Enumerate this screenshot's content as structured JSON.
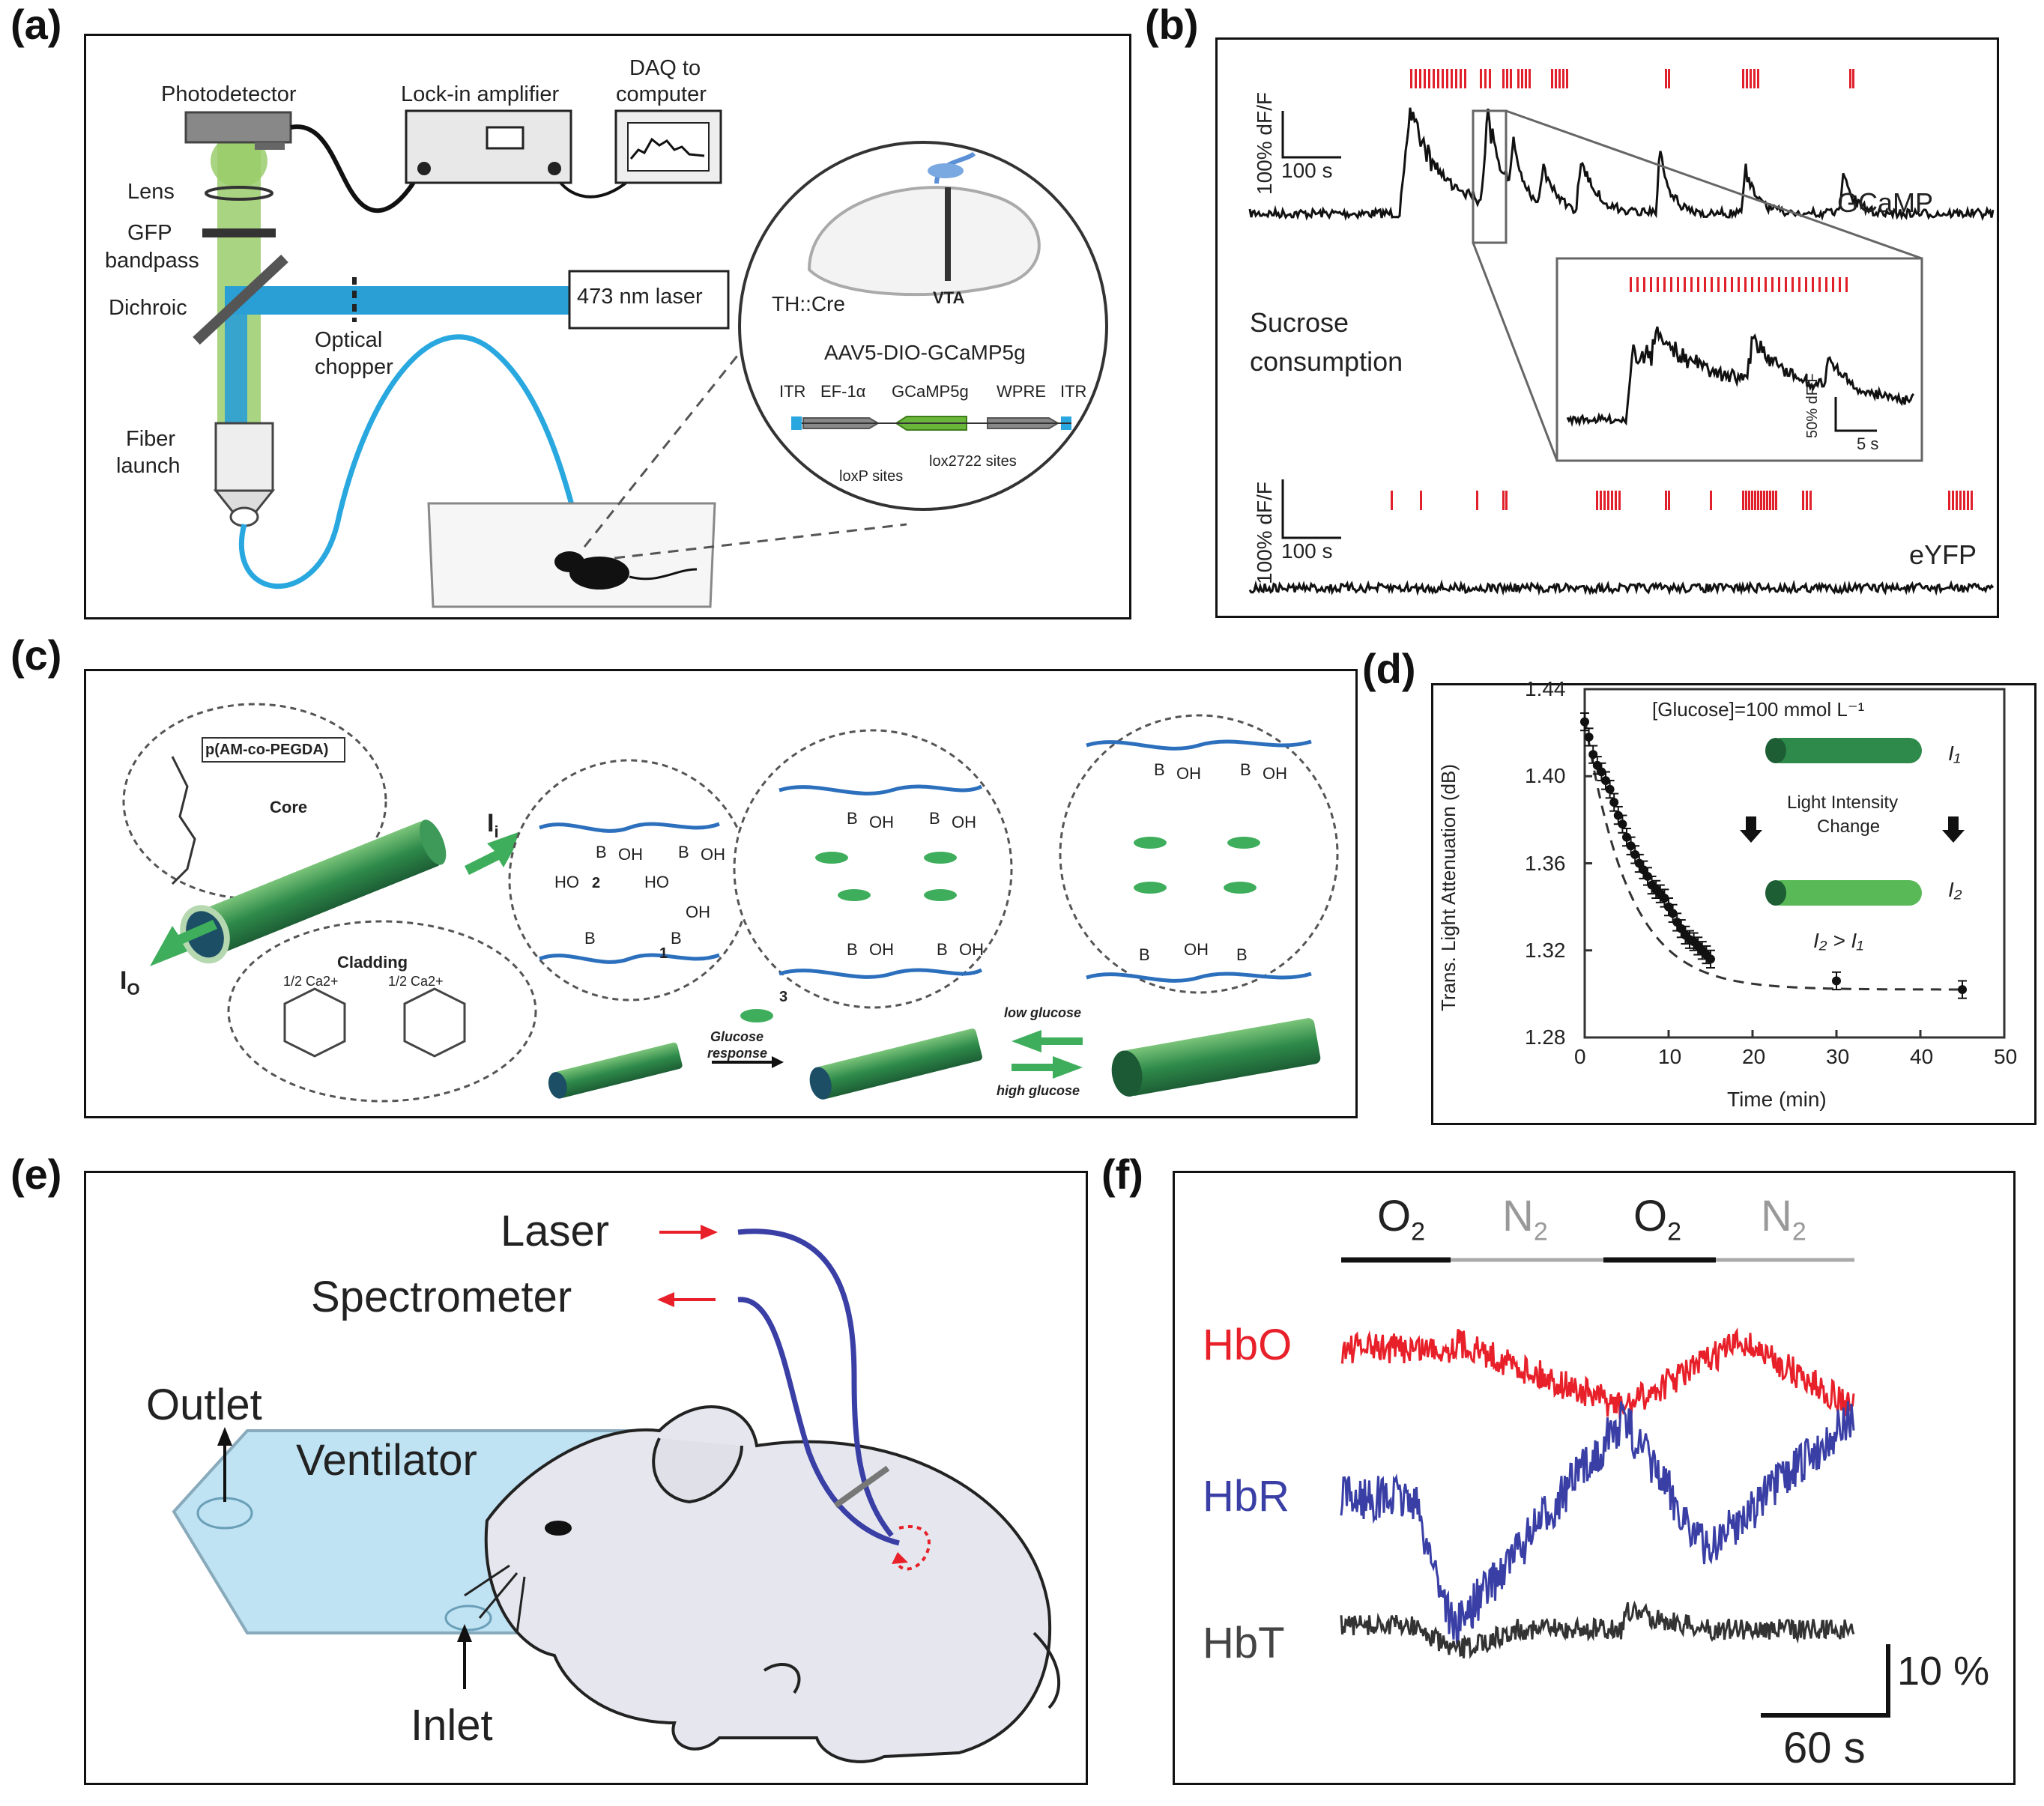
{
  "panels": {
    "a": {
      "letter": "(a)",
      "photodetector": "Photodetector",
      "lockin": "Lock-in amplifier",
      "daq_line1": "DAQ to",
      "daq_line2": "computer",
      "lens": "Lens",
      "gfp_line1": "GFP",
      "gfp_line2": "bandpass",
      "dichroic": "Dichroic",
      "laser": "473 nm laser",
      "chopper_line1": "Optical",
      "chopper_line2": "chopper",
      "fiber_line1": "Fiber",
      "fiber_line2": "launch",
      "thcre": "TH::Cre",
      "vta": "VTA",
      "aav": "AAV5-DIO-GCaMP5g",
      "itr_left": "ITR",
      "ef1a": "EF-1α",
      "gcamp5g": "GCaMP5g",
      "wpre": "WPRE",
      "itr_right": "ITR",
      "loxp": "loxP sites",
      "lox2722": "lox2722 sites",
      "colors": {
        "blue_beam": "#2a9fd6",
        "green_beam": "#9acd6b",
        "fiber": "#29a8e0"
      }
    },
    "b": {
      "letter": "(b)",
      "scale_y_top": "100% dF/F",
      "scale_x_top": "100 s",
      "gcamp": "GCaMP",
      "sucrose_line1": "Sucrose",
      "sucrose_line2": "consumption",
      "inset_scale_y": "50% dF/F",
      "inset_scale_x": "5 s",
      "scale_y_bottom": "100% dF/F",
      "scale_x_bottom": "100 s",
      "eyfp": "eYFP",
      "raster_color": "#e0202a"
    },
    "c": {
      "letter": "(c)",
      "polymer": "p(AM-co-PEGDA)",
      "core": "Core",
      "ii": "I",
      "ii_sub": "i",
      "io": "I",
      "io_sub": "O",
      "cladding": "Cladding",
      "ca_left": "1/2 Ca2+",
      "ca_right": "1/2 Ca2+",
      "glucose_response_line1": "Glucose",
      "glucose_response_line2": "response",
      "low_glucose": "low glucose",
      "high_glucose": "high glucose",
      "num2": "2",
      "num1": "1",
      "num3": "3",
      "oh": "OH",
      "ho": "HO",
      "b": "B"
    },
    "d": {
      "letter": "(d)",
      "annotation": "[Glucose]=100 mmol L⁻¹",
      "i1": "I₁",
      "i2": "I₂",
      "change_line1": "Light Intensity",
      "change_line2": "Change",
      "relation": "I₂ > I₁"
    },
    "e": {
      "letter": "(e)",
      "laser": "Laser",
      "spectrometer": "Spectrometer",
      "outlet": "Outlet",
      "ventilator": "Ventilator",
      "inlet": "Inlet"
    },
    "f": {
      "letter": "(f)",
      "gas_labels": [
        "O",
        "N",
        "O",
        "N"
      ],
      "gas_sub": "2",
      "hbo": "HbO",
      "hbr": "HbR",
      "hbt": "HbT",
      "scale_y": "10 %",
      "scale_x": "60 s",
      "colors": {
        "hbo": "#e8202a",
        "hbr": "#3a3fa6",
        "hbt": "#333333"
      }
    }
  },
  "chart_data": [
    {
      "type": "scatter",
      "panel": "d",
      "title": "",
      "xlabel": "Time (min)",
      "ylabel": "Trans. Light Attenuation (dB)",
      "xlim": [
        0,
        50
      ],
      "ylim": [
        1.28,
        1.44
      ],
      "xticks": [
        0,
        10,
        20,
        30,
        40,
        50
      ],
      "yticks": [
        1.28,
        1.32,
        1.36,
        1.4,
        1.44
      ],
      "grid": false,
      "series": [
        {
          "x": [
            0,
            0.5,
            1,
            1.5,
            2,
            2.5,
            3,
            3.5,
            4,
            4.5,
            5,
            5.5,
            6,
            6.5,
            7,
            7.5,
            8,
            8.5,
            9,
            9.5,
            10,
            10.5,
            11,
            11.5,
            12,
            12.5,
            13,
            13.5,
            14,
            14.5,
            15,
            30,
            45
          ],
          "y": [
            1.425,
            1.418,
            1.41,
            1.405,
            1.402,
            1.398,
            1.394,
            1.388,
            1.382,
            1.378,
            1.372,
            1.368,
            1.364,
            1.36,
            1.357,
            1.354,
            1.35,
            1.348,
            1.346,
            1.344,
            1.34,
            1.337,
            1.333,
            1.33,
            1.327,
            1.325,
            1.324,
            1.322,
            1.32,
            1.318,
            1.316,
            1.306,
            1.302
          ],
          "error": 0.004
        }
      ],
      "fit": {
        "style": "dashed",
        "form": "exponential decay",
        "plateau": 1.302
      }
    }
  ]
}
